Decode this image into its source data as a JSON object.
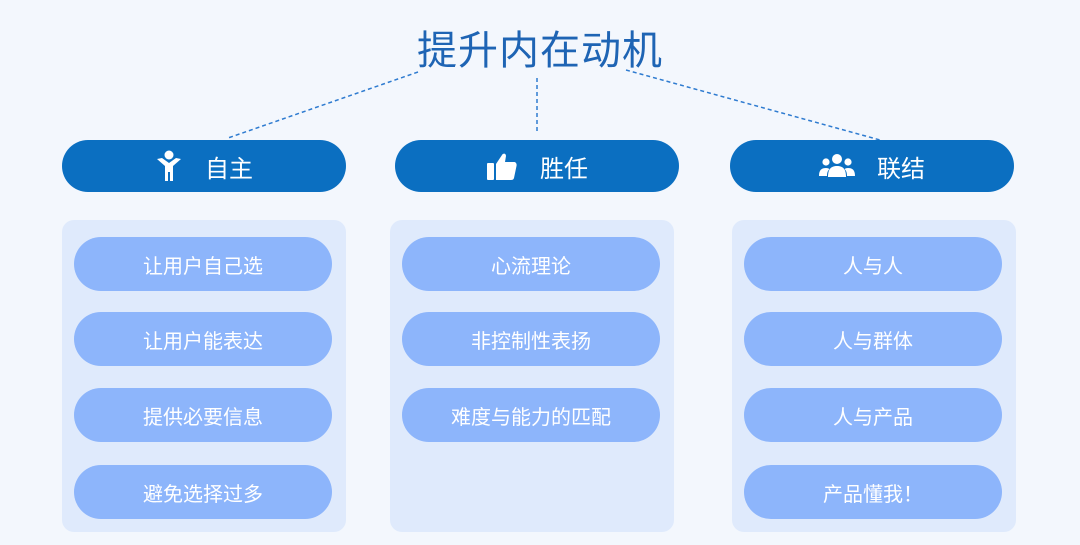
{
  "title": "提升内在动机",
  "columns": [
    {
      "header": "自主",
      "icon": "person-icon",
      "items": [
        "让用户自己选",
        "让用户能表达",
        "提供必要信息",
        "避免选择过多"
      ]
    },
    {
      "header": "胜任",
      "icon": "thumbs-up-icon",
      "items": [
        "心流理论",
        "非控制性表扬",
        "难度与能力的匹配"
      ]
    },
    {
      "header": "联结",
      "icon": "group-icon",
      "items": [
        "人与人",
        "人与群体",
        "人与产品",
        "产品懂我！"
      ]
    }
  ],
  "colors": {
    "header": "#0b6fc1",
    "panel": "#dfeafc",
    "pill": "#8db5fb",
    "title": "#1e64b4"
  }
}
